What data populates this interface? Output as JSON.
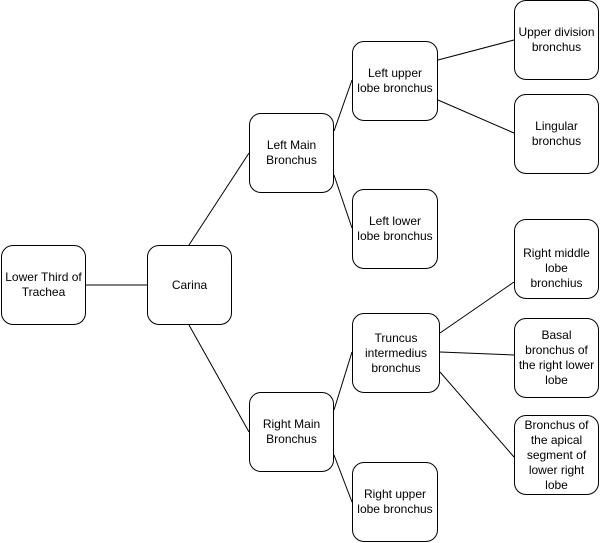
{
  "nodes": {
    "lower_third_trachea": "Lower Third of Trachea",
    "carina": "Carina",
    "left_main_bronchus": "Left Main Bronchus",
    "right_main_bronchus": "Right Main Bronchus",
    "left_upper_lobe_bronchus": "Left upper lobe bronchus",
    "left_lower_lobe_bronchus": "Left lower lobe bronchus",
    "truncus_intermedius": "Truncus intermedius bronchus",
    "right_upper_lobe_bronchus": "Right upper lobe bronchus",
    "upper_division_bronchus": "Upper division bronchus",
    "lingular_bronchus": "Lingular bronchus",
    "right_middle_lobe_bronchus": "Right middle lobe bronchius",
    "basal_bronchus": "Basal bronchus of the right lower lobe",
    "apical_segment_bronchus": "Bronchus of the apical segment of lower right lobe"
  },
  "edges": [
    [
      "lower_third_trachea",
      "carina"
    ],
    [
      "carina",
      "left_main_bronchus"
    ],
    [
      "carina",
      "right_main_bronchus"
    ],
    [
      "left_main_bronchus",
      "left_upper_lobe_bronchus"
    ],
    [
      "left_main_bronchus",
      "left_lower_lobe_bronchus"
    ],
    [
      "right_main_bronchus",
      "truncus_intermedius"
    ],
    [
      "right_main_bronchus",
      "right_upper_lobe_bronchus"
    ],
    [
      "left_upper_lobe_bronchus",
      "upper_division_bronchus"
    ],
    [
      "left_upper_lobe_bronchus",
      "lingular_bronchus"
    ],
    [
      "truncus_intermedius",
      "right_middle_lobe_bronchus"
    ],
    [
      "truncus_intermedius",
      "basal_bronchus"
    ],
    [
      "truncus_intermedius",
      "apical_segment_bronchus"
    ]
  ]
}
